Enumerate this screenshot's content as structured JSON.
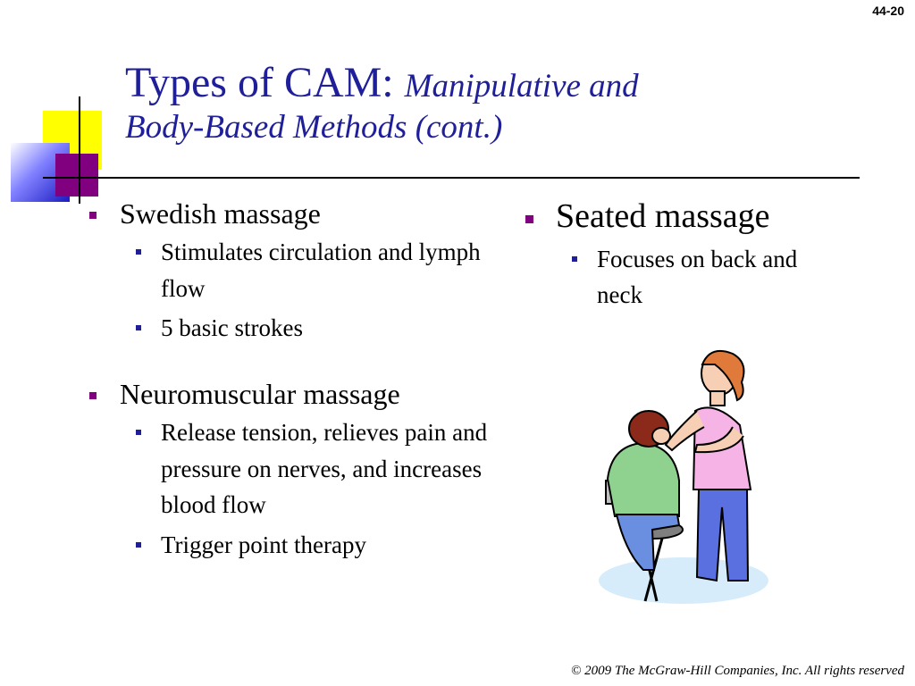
{
  "slide_number": "44-20",
  "title": {
    "main": "Types of CAM: ",
    "italic_line1": "Manipulative and",
    "italic_line2": "Body-Based Methods (cont.)"
  },
  "left_column": [
    {
      "label": "Swedish massage",
      "sub": [
        "Stimulates circulation and lymph flow",
        "5 basic strokes"
      ]
    },
    {
      "label": "Neuromuscular massage",
      "sub": [
        "Release tension, relieves pain and pressure on nerves, and increases blood flow",
        "Trigger point therapy"
      ]
    }
  ],
  "right_column": [
    {
      "label": "Seated massage",
      "sub": [
        "Focuses on back and neck"
      ]
    }
  ],
  "footer": "© 2009 The McGraw-Hill Companies, Inc. All rights reserved",
  "colors": {
    "title": "#1f1f99",
    "bullet_l1": "#800080",
    "bullet_l2": "#1f1f99"
  }
}
